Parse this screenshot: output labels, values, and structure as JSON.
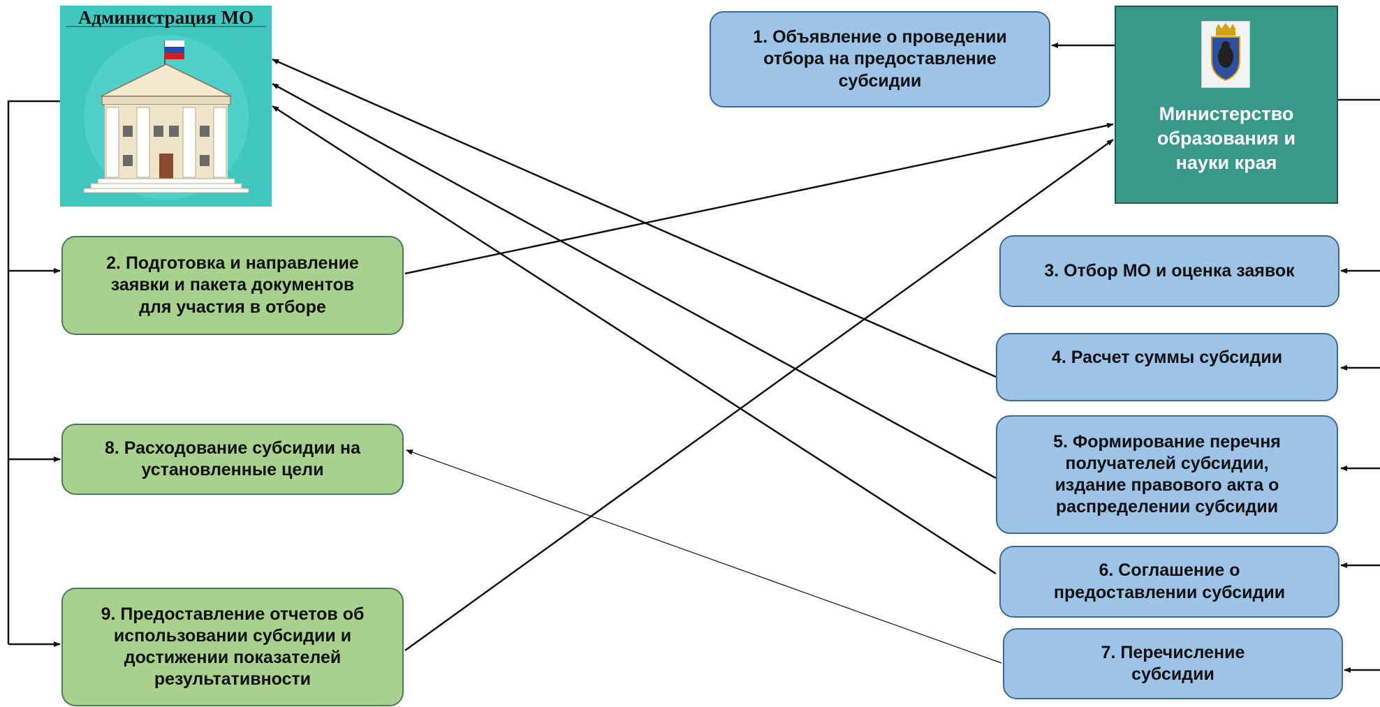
{
  "admin": {
    "title": "Администрация МО"
  },
  "ministry": {
    "name_lines": [
      "Министерство",
      "образования и",
      "науки края"
    ]
  },
  "steps": {
    "s1": [
      "1. Объявление о проведении",
      "отбора на предоставление",
      "субсидии"
    ],
    "s2": [
      "2. Подготовка и направление",
      "заявки и пакета документов",
      "для участия в отборе"
    ],
    "s3": [
      "3. Отбор МО и оценка заявок"
    ],
    "s4": [
      "4. Расчет суммы субсидии"
    ],
    "s5": [
      "5. Формирование перечня",
      "получателей субсидии,",
      "издание правового акта о",
      "распределении субсидии"
    ],
    "s6": [
      "6. Соглашение о",
      "предоставлении субсидии"
    ],
    "s7": [
      "7. Перечисление",
      "субсидии"
    ],
    "s8": [
      "8. Расходование субсидии на",
      "установленные цели"
    ],
    "s9": [
      "9. Предоставление отчетов об",
      "использовании субсидии и",
      "достижении показателей",
      "результативности"
    ]
  },
  "colors": {
    "municipal_step": "#a9d18e",
    "ministry_step": "#9dc3e6",
    "admin_bg": "#40c8c0",
    "ministry_bg": "#38988a"
  }
}
